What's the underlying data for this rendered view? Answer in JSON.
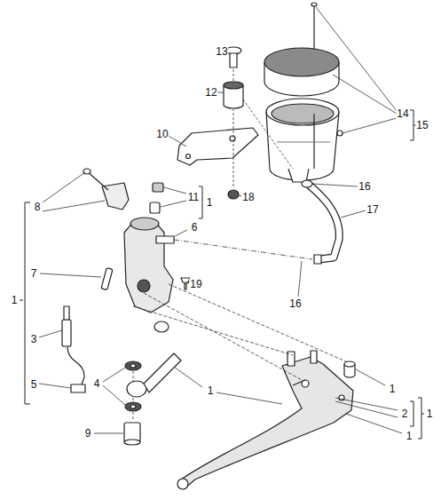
{
  "diagram": {
    "labels": [
      "13",
      "12",
      "14",
      "15",
      "10",
      "18",
      "8",
      "11",
      "1",
      "1",
      "6",
      "7",
      "19",
      "16",
      "17",
      "16",
      "3",
      "5",
      "4",
      "1",
      "9",
      "1",
      "2",
      "1",
      "1"
    ]
  }
}
